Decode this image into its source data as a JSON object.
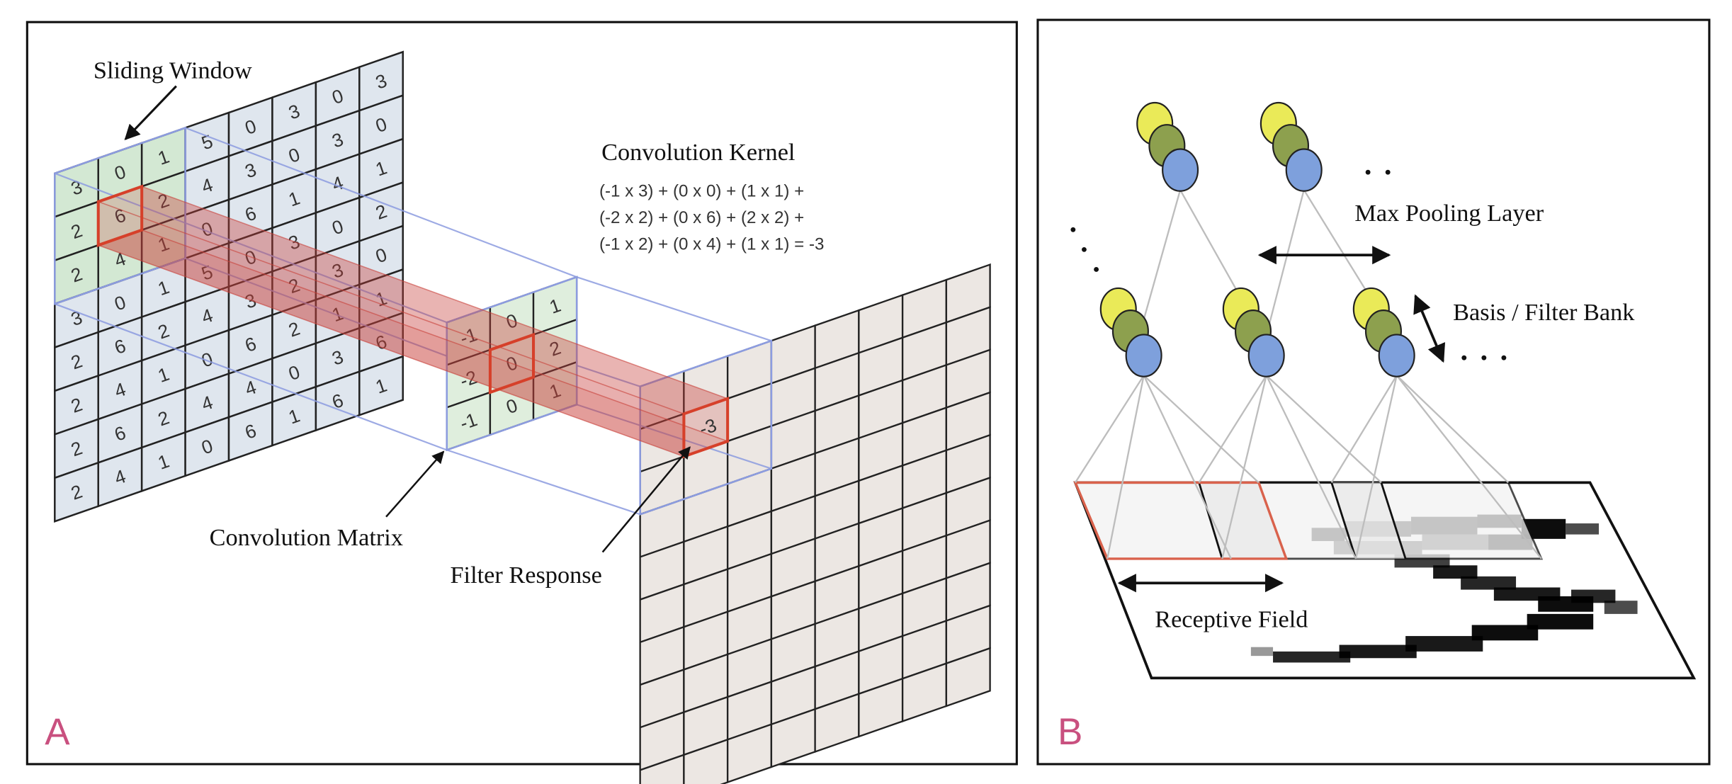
{
  "panel_a": {
    "letter": "A",
    "labels": {
      "sliding_window": "Sliding Window",
      "convolution_kernel": "Convolution Kernel",
      "convolution_matrix": "Convolution Matrix",
      "filter_response": "Filter Response"
    },
    "formula_lines": [
      "(-1 x 3) + (0 x 0) + (1 x 1) +",
      "(-2 x 2) + (0 x 6) + (2 x 2) +",
      "(-1 x 2) + (0 x 4) + (1 x 1)  = -3"
    ],
    "input_matrix": [
      [
        "3",
        "0",
        "1",
        "5",
        "0",
        "3",
        "0",
        "3"
      ],
      [
        "2",
        "6",
        "2",
        "4",
        "3",
        "0",
        "3",
        "0"
      ],
      [
        "2",
        "4",
        "1",
        "0",
        "6",
        "1",
        "4",
        "1"
      ],
      [
        "3",
        "0",
        "1",
        "5",
        "0",
        "3",
        "0",
        "2"
      ],
      [
        "2",
        "6",
        "2",
        "4",
        "3",
        "2",
        "3",
        "0"
      ],
      [
        "2",
        "4",
        "1",
        "0",
        "6",
        "2",
        "1",
        "1"
      ],
      [
        "2",
        "6",
        "2",
        "4",
        "4",
        "0",
        "3",
        "6"
      ],
      [
        "2",
        "4",
        "1",
        "0",
        "6",
        "1",
        "6",
        "1"
      ]
    ],
    "kernel": [
      [
        "-1",
        "0",
        "1"
      ],
      [
        "-2",
        "0",
        "2"
      ],
      [
        "-1",
        "0",
        "1"
      ]
    ],
    "output_grid": {
      "cols": 8,
      "rows": 10,
      "response_value": "-3",
      "response_cell": [
        1,
        2
      ]
    },
    "window_cells": {
      "rows": 3,
      "cols": 3
    }
  },
  "panel_b": {
    "letter": "B",
    "labels": {
      "max_pooling_layer": "Max Pooling Layer",
      "basis_filter_bank": "Basis / Filter Bank",
      "receptive_field": "Receptive Field"
    },
    "ellipsis": "...",
    "pooling_units": 2,
    "filter_units": 3,
    "units_per_bank": 3
  },
  "colors": {
    "panel_letter": "#c9507f",
    "input_cell": "#dfe6ee",
    "window_cell": "#d3e8d3",
    "kernel_cell": "#dfeedd",
    "output_cell": "#ece7e3",
    "highlight_red": "#d6402a",
    "beam_red": "#c9413a",
    "projection_blue": "#8c9ce0",
    "neuron_yellow": "#eaea58",
    "neuron_green": "#8da04e",
    "neuron_blue": "#7ea0dc",
    "connection_gray": "#bdbdbd",
    "receptive_red": "#d9624c"
  }
}
